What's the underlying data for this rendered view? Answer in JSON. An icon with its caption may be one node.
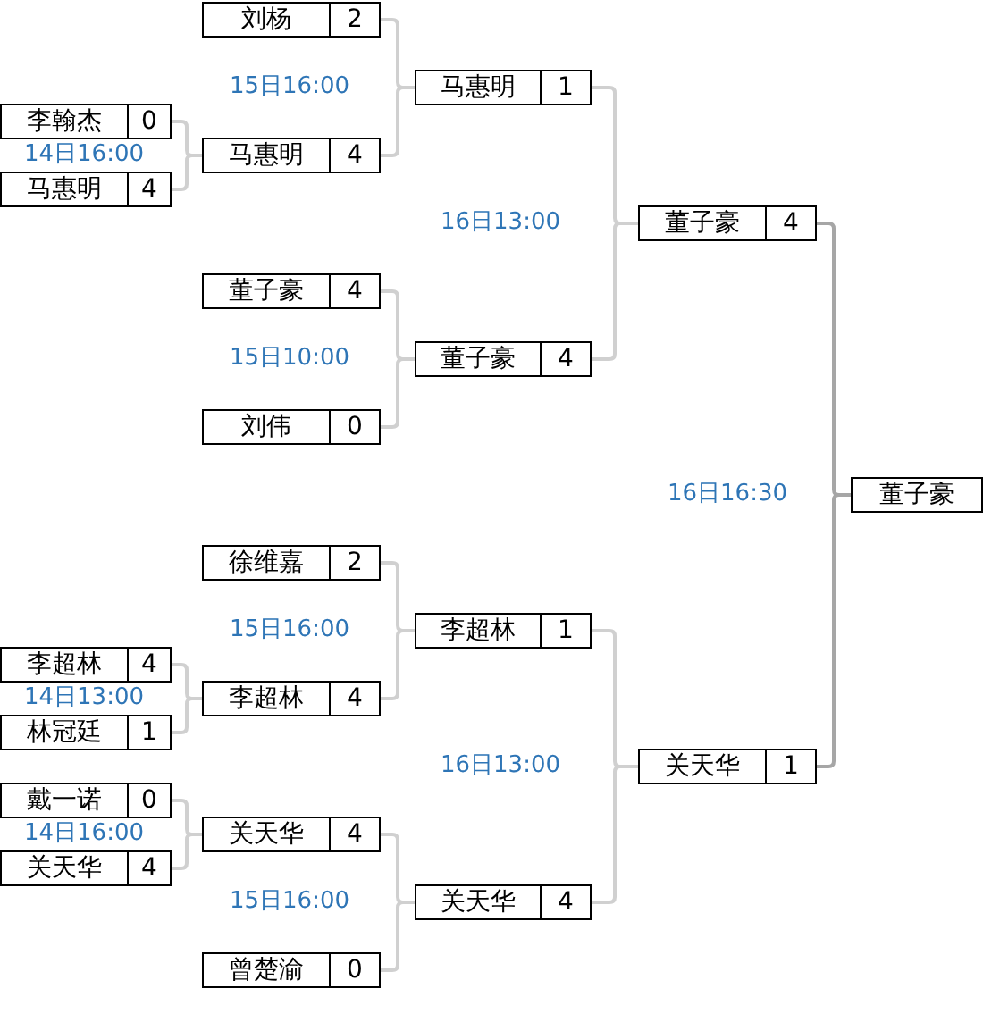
{
  "diagram": {
    "nodes": [
      {
        "text": [
          "李翰杰",
          "0"
        ]
      },
      {
        "text": [
          "马惠明",
          "4"
        ]
      },
      {
        "text": [
          "李超林",
          "4"
        ]
      },
      {
        "text": [
          "林冠廷",
          "1"
        ]
      },
      {
        "text": [
          "戴一诺",
          "0"
        ]
      },
      {
        "text": [
          "关天华",
          "4"
        ]
      },
      {
        "text": [
          "刘杨",
          "2"
        ]
      },
      {
        "text": [
          "马惠明",
          "4"
        ]
      },
      {
        "text": [
          "董子豪",
          "4"
        ]
      },
      {
        "text": [
          "刘伟",
          "0"
        ]
      },
      {
        "text": [
          "徐维嘉",
          "2"
        ]
      },
      {
        "text": [
          "李超林",
          "4"
        ]
      },
      {
        "text": [
          "关天华",
          "4"
        ]
      },
      {
        "text": [
          "曾楚渝",
          "0"
        ]
      },
      {
        "text": [
          "马惠明",
          "1"
        ]
      },
      {
        "text": [
          "董子豪",
          "4"
        ]
      },
      {
        "text": [
          "李超林",
          "1"
        ]
      },
      {
        "text": [
          "关天华",
          "4"
        ]
      },
      {
        "text": [
          "董子豪",
          "4"
        ]
      },
      {
        "text": [
          "关天华",
          "1"
        ]
      },
      {
        "text": [
          "董子豪"
        ]
      }
    ],
    "edges": [
      {
        "from": 0,
        "to": 7,
        "arrow": "none"
      },
      {
        "from": 1,
        "to": 7,
        "arrow": "none"
      },
      {
        "from": 2,
        "to": 11,
        "arrow": "none"
      },
      {
        "from": 3,
        "to": 11,
        "arrow": "none"
      },
      {
        "from": 4,
        "to": 12,
        "arrow": "none"
      },
      {
        "from": 5,
        "to": 12,
        "arrow": "none"
      },
      {
        "from": 6,
        "to": 14,
        "arrow": "none"
      },
      {
        "from": 7,
        "to": 14,
        "arrow": "none"
      },
      {
        "from": 8,
        "to": 15,
        "arrow": "none"
      },
      {
        "from": 9,
        "to": 15,
        "arrow": "none"
      },
      {
        "from": 10,
        "to": 16,
        "arrow": "none"
      },
      {
        "from": 11,
        "to": 16,
        "arrow": "none"
      },
      {
        "from": 12,
        "to": 17,
        "arrow": "none"
      },
      {
        "from": 13,
        "to": 17,
        "arrow": "none"
      },
      {
        "from": 14,
        "to": 18,
        "arrow": "none"
      },
      {
        "from": 15,
        "to": 18,
        "arrow": "none"
      },
      {
        "from": 16,
        "to": 19,
        "arrow": "none"
      },
      {
        "from": 17,
        "to": 19,
        "arrow": "none"
      },
      {
        "from": 18,
        "to": 20,
        "arrow": "none",
        "color": "#a6a6a6"
      },
      {
        "from": 19,
        "to": 20,
        "arrow": "none",
        "color": "#a6a6a6"
      }
    ],
    "labels": [
      "15日16:00",
      "14日16:00",
      "16日13:00",
      "15日10:00",
      "16日16:30",
      "15日16:00",
      "14日13:00",
      "16日13:00",
      "14日16:00",
      "15日16:00"
    ]
  }
}
